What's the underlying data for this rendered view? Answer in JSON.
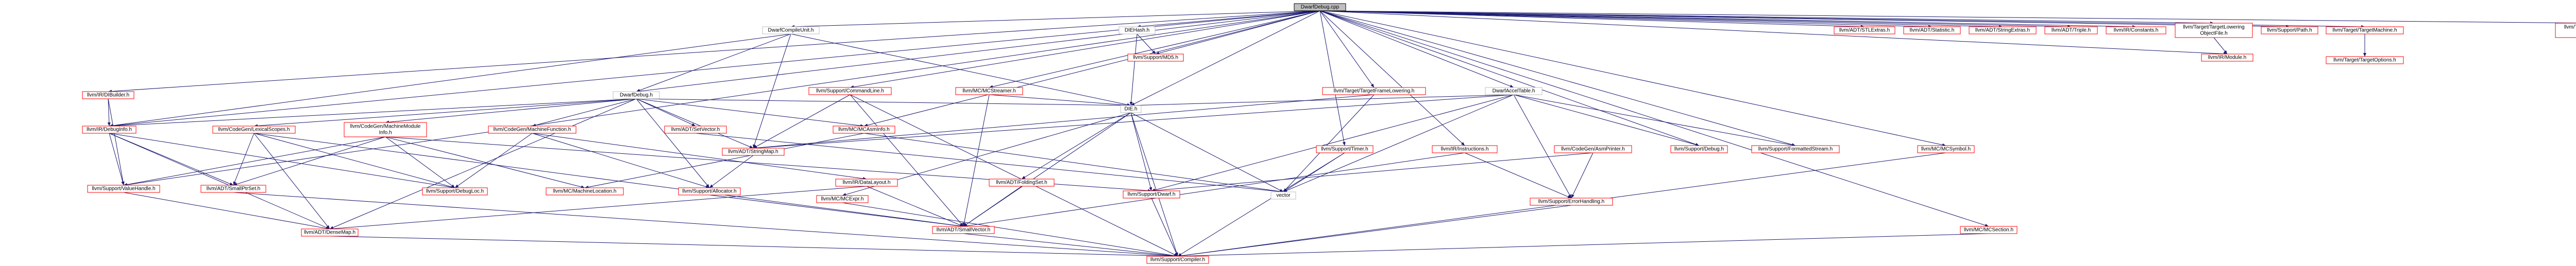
{
  "graph": {
    "colors": {
      "edge": "#191970",
      "root_fill": "#bfbfbf",
      "root_border": "#000000",
      "local_border": "#bfbfbf",
      "linked_border": "#ff0000",
      "node_fill": "#ffffff"
    },
    "nodes": [
      {
        "id": "root",
        "label": "DwarfDebug.cpp",
        "kind": "root"
      },
      {
        "id": "adt_stlextras",
        "label": "llvm/ADT/STLExtras.h",
        "kind": "linked"
      },
      {
        "id": "adt_statistic",
        "label": "llvm/ADT/Statistic.h",
        "kind": "linked"
      },
      {
        "id": "adt_stringextras",
        "label": "llvm/ADT/StringExtras.h",
        "kind": "linked"
      },
      {
        "id": "adt_triple",
        "label": "llvm/ADT/Triple.h",
        "kind": "linked"
      },
      {
        "id": "ir_constants",
        "label": "llvm/IR/Constants.h",
        "kind": "linked"
      },
      {
        "id": "target_loweringobj",
        "label": "llvm/Target/TargetLowering\nObjectFile.h",
        "kind": "linked"
      },
      {
        "id": "support_path",
        "label": "llvm/Support/Path.h",
        "kind": "linked"
      },
      {
        "id": "target_targetmachine",
        "label": "llvm/Target/TargetMachine.h",
        "kind": "linked"
      },
      {
        "id": "target_registerinfo",
        "label": "llvm/Target/TargetRegister\nInfo.h",
        "kind": "linked"
      },
      {
        "id": "dwarfcompileunit",
        "label": "DwarfCompileUnit.h",
        "kind": "local"
      },
      {
        "id": "diehash",
        "label": "DIEHash.h",
        "kind": "local"
      },
      {
        "id": "support_commandline",
        "label": "llvm/Support/CommandLine.h",
        "kind": "linked"
      },
      {
        "id": "mc_mcstreamer",
        "label": "llvm/MC/MCStreamer.h",
        "kind": "linked"
      },
      {
        "id": "support_md5",
        "label": "llvm/Support/MD5.h",
        "kind": "linked"
      },
      {
        "id": "target_framelowering",
        "label": "llvm/Target/TargetFrameLowering.h",
        "kind": "linked"
      },
      {
        "id": "dwarfaccel",
        "label": "DwarfAccelTable.h",
        "kind": "local"
      },
      {
        "id": "ir_module",
        "label": "llvm/IR/Module.h",
        "kind": "linked"
      },
      {
        "id": "target_options",
        "label": "llvm/Target/TargetOptions.h",
        "kind": "linked"
      },
      {
        "id": "ir_dibuilder",
        "label": "llvm/IR/DIBuilder.h",
        "kind": "linked"
      },
      {
        "id": "dwarfdebug_h",
        "label": "DwarfDebug.h",
        "kind": "local"
      },
      {
        "id": "die_h",
        "label": "DIE.h",
        "kind": "local"
      },
      {
        "id": "ir_debuginfo",
        "label": "llvm/IR/DebugInfo.h",
        "kind": "linked"
      },
      {
        "id": "cg_lexicalscopes",
        "label": "llvm/CodeGen/LexicalScopes.h",
        "kind": "linked"
      },
      {
        "id": "cg_machinemoduleinfo",
        "label": "llvm/CodeGen/MachineModule\nInfo.h",
        "kind": "linked"
      },
      {
        "id": "cg_machinefunction",
        "label": "llvm/CodeGen/MachineFunction.h",
        "kind": "linked"
      },
      {
        "id": "adt_setvector",
        "label": "llvm/ADT/SetVector.h",
        "kind": "linked"
      },
      {
        "id": "mc_mcasminfo",
        "label": "llvm/MC/MCAsmInfo.h",
        "kind": "linked"
      },
      {
        "id": "adt_stringmap",
        "label": "llvm/ADT/StringMap.h",
        "kind": "linked"
      },
      {
        "id": "support_timer",
        "label": "llvm/Support/Timer.h",
        "kind": "linked"
      },
      {
        "id": "ir_instructions",
        "label": "llvm/IR/Instructions.h",
        "kind": "linked"
      },
      {
        "id": "cg_asmprinter",
        "label": "llvm/CodeGen/AsmPrinter.h",
        "kind": "linked"
      },
      {
        "id": "support_debug",
        "label": "llvm/Support/Debug.h",
        "kind": "linked"
      },
      {
        "id": "support_fmtstream",
        "label": "llvm/Support/FormattedStream.h",
        "kind": "linked"
      },
      {
        "id": "mc_mcsymbol",
        "label": "llvm/MC/MCSymbol.h",
        "kind": "linked"
      },
      {
        "id": "support_valuehandle",
        "label": "llvm/Support/ValueHandle.h",
        "kind": "linked"
      },
      {
        "id": "adt_smallptrset",
        "label": "llvm/ADT/SmallPtrSet.h",
        "kind": "linked"
      },
      {
        "id": "support_debugloc",
        "label": "llvm/Support/DebugLoc.h",
        "kind": "linked"
      },
      {
        "id": "mc_machinelocation",
        "label": "llvm/MC/MachineLocation.h",
        "kind": "linked"
      },
      {
        "id": "support_allocator",
        "label": "llvm/Support/Allocator.h",
        "kind": "linked"
      },
      {
        "id": "ir_datalayout",
        "label": "llvm/IR/DataLayout.h",
        "kind": "linked"
      },
      {
        "id": "adt_foldingset",
        "label": "llvm/ADT/FoldingSet.h",
        "kind": "linked"
      },
      {
        "id": "support_dwarf",
        "label": "llvm/Support/Dwarf.h",
        "kind": "linked"
      },
      {
        "id": "vector",
        "label": "vector",
        "kind": "local"
      },
      {
        "id": "support_errorhandling",
        "label": "llvm/Support/ErrorHandling.h",
        "kind": "linked"
      },
      {
        "id": "mc_mcexpr",
        "label": "llvm/MC/MCExpr.h",
        "kind": "linked"
      },
      {
        "id": "adt_densemap",
        "label": "llvm/ADT/DenseMap.h",
        "kind": "linked"
      },
      {
        "id": "adt_smallvector",
        "label": "llvm/ADT/SmallVector.h",
        "kind": "linked"
      },
      {
        "id": "mc_mcsection",
        "label": "llvm/MC/MCSection.h",
        "kind": "linked"
      },
      {
        "id": "support_compiler",
        "label": "llvm/Support/Compiler.h",
        "kind": "linked"
      }
    ],
    "edges": [
      [
        "root",
        "adt_stlextras"
      ],
      [
        "root",
        "adt_statistic"
      ],
      [
        "root",
        "adt_stringextras"
      ],
      [
        "root",
        "adt_triple"
      ],
      [
        "root",
        "ir_constants"
      ],
      [
        "root",
        "target_loweringobj"
      ],
      [
        "root",
        "support_path"
      ],
      [
        "root",
        "target_targetmachine"
      ],
      [
        "root",
        "target_registerinfo"
      ],
      [
        "root",
        "dwarfcompileunit"
      ],
      [
        "root",
        "diehash"
      ],
      [
        "root",
        "support_commandline"
      ],
      [
        "root",
        "mc_mcstreamer"
      ],
      [
        "root",
        "support_md5"
      ],
      [
        "root",
        "target_framelowering"
      ],
      [
        "root",
        "dwarfaccel"
      ],
      [
        "root",
        "ir_module"
      ],
      [
        "root",
        "ir_dibuilder"
      ],
      [
        "root",
        "dwarfdebug_h"
      ],
      [
        "root",
        "die_h"
      ],
      [
        "root",
        "ir_debuginfo"
      ],
      [
        "root",
        "mc_mcasminfo"
      ],
      [
        "root",
        "support_timer"
      ],
      [
        "root",
        "ir_instructions"
      ],
      [
        "root",
        "support_debug"
      ],
      [
        "root",
        "support_fmtstream"
      ],
      [
        "root",
        "mc_mcsymbol"
      ],
      [
        "root",
        "support_valuehandle"
      ],
      [
        "root",
        "mc_mcsection"
      ],
      [
        "target_loweringobj",
        "ir_module"
      ],
      [
        "target_targetmachine",
        "target_options"
      ],
      [
        "dwarfcompileunit",
        "dwarfdebug_h"
      ],
      [
        "dwarfcompileunit",
        "die_h"
      ],
      [
        "dwarfcompileunit",
        "adt_stringmap"
      ],
      [
        "dwarfcompileunit",
        "ir_debuginfo"
      ],
      [
        "diehash",
        "support_md5"
      ],
      [
        "diehash",
        "die_h"
      ],
      [
        "support_commandline",
        "adt_stringmap"
      ],
      [
        "support_commandline",
        "adt_smallvector"
      ],
      [
        "support_commandline",
        "support_compiler"
      ],
      [
        "mc_mcstreamer",
        "adt_smallvector"
      ],
      [
        "mc_mcstreamer",
        "die_h"
      ],
      [
        "target_framelowering",
        "adt_stringmap"
      ],
      [
        "target_framelowering",
        "vector"
      ],
      [
        "dwarfaccel",
        "support_dwarf"
      ],
      [
        "dwarfaccel",
        "support_debug"
      ],
      [
        "dwarfaccel",
        "support_fmtstream"
      ],
      [
        "dwarfaccel",
        "die_h"
      ],
      [
        "dwarfaccel",
        "vector"
      ],
      [
        "dwarfaccel",
        "adt_stringmap"
      ],
      [
        "dwarfaccel",
        "support_errorhandling"
      ],
      [
        "ir_dibuilder",
        "ir_debuginfo"
      ],
      [
        "ir_dibuilder",
        "support_valuehandle"
      ],
      [
        "dwarfdebug_h",
        "ir_debuginfo"
      ],
      [
        "dwarfdebug_h",
        "cg_lexicalscopes"
      ],
      [
        "dwarfdebug_h",
        "cg_machinemoduleinfo"
      ],
      [
        "dwarfdebug_h",
        "cg_machinefunction"
      ],
      [
        "dwarfdebug_h",
        "adt_setvector"
      ],
      [
        "dwarfdebug_h",
        "mc_mcasminfo"
      ],
      [
        "dwarfdebug_h",
        "adt_stringmap"
      ],
      [
        "dwarfdebug_h",
        "die_h"
      ],
      [
        "dwarfdebug_h",
        "support_allocator"
      ],
      [
        "dwarfdebug_h",
        "adt_densemap"
      ],
      [
        "die_h",
        "adt_foldingset"
      ],
      [
        "die_h",
        "adt_smallvector"
      ],
      [
        "die_h",
        "support_dwarf"
      ],
      [
        "die_h",
        "vector"
      ],
      [
        "die_h",
        "support_compiler"
      ],
      [
        "die_h",
        "mc_mcexpr"
      ],
      [
        "ir_debuginfo",
        "support_valuehandle"
      ],
      [
        "ir_debuginfo",
        "adt_smallptrset"
      ],
      [
        "ir_debuginfo",
        "support_debugloc"
      ],
      [
        "ir_debuginfo",
        "adt_densemap"
      ],
      [
        "cg_lexicalscopes",
        "adt_smallptrset"
      ],
      [
        "cg_lexicalscopes",
        "support_debugloc"
      ],
      [
        "cg_lexicalscopes",
        "adt_smallvector"
      ],
      [
        "cg_lexicalscopes",
        "adt_densemap"
      ],
      [
        "cg_machinemoduleinfo",
        "mc_machinelocation"
      ],
      [
        "cg_machinemoduleinfo",
        "support_dwarf"
      ],
      [
        "cg_machinemoduleinfo",
        "support_debugloc"
      ],
      [
        "cg_machinemoduleinfo",
        "support_valuehandle"
      ],
      [
        "cg_machinemoduleinfo",
        "adt_smallptrset"
      ],
      [
        "cg_machinefunction",
        "support_debugloc"
      ],
      [
        "cg_machinefunction",
        "support_allocator"
      ],
      [
        "cg_machinefunction",
        "ir_datalayout"
      ],
      [
        "adt_setvector",
        "vector"
      ],
      [
        "mc_mcasminfo",
        "mc_machinelocation"
      ],
      [
        "mc_mcasminfo",
        "vector"
      ],
      [
        "adt_stringmap",
        "support_allocator"
      ],
      [
        "support_timer",
        "support_compiler"
      ],
      [
        "support_timer",
        "vector"
      ],
      [
        "ir_instructions",
        "adt_smallvector"
      ],
      [
        "ir_instructions",
        "support_errorhandling"
      ],
      [
        "cg_asmprinter",
        "support_errorhandling"
      ],
      [
        "cg_asmprinter",
        "support_dwarf"
      ],
      [
        "mc_mcsymbol",
        "support_compiler"
      ],
      [
        "support_valuehandle",
        "adt_densemap"
      ],
      [
        "adt_smallptrset",
        "support_compiler"
      ],
      [
        "support_allocator",
        "adt_smallvector"
      ],
      [
        "ir_datalayout",
        "adt_densemap"
      ],
      [
        "ir_datalayout",
        "adt_smallvector"
      ],
      [
        "adt_foldingset",
        "adt_smallvector"
      ],
      [
        "support_dwarf",
        "support_compiler"
      ],
      [
        "support_errorhandling",
        "support_compiler"
      ],
      [
        "mc_mcexpr",
        "support_compiler"
      ],
      [
        "adt_densemap",
        "support_compiler"
      ],
      [
        "adt_smallvector",
        "support_compiler"
      ],
      [
        "mc_mcsection",
        "support_compiler"
      ]
    ]
  }
}
